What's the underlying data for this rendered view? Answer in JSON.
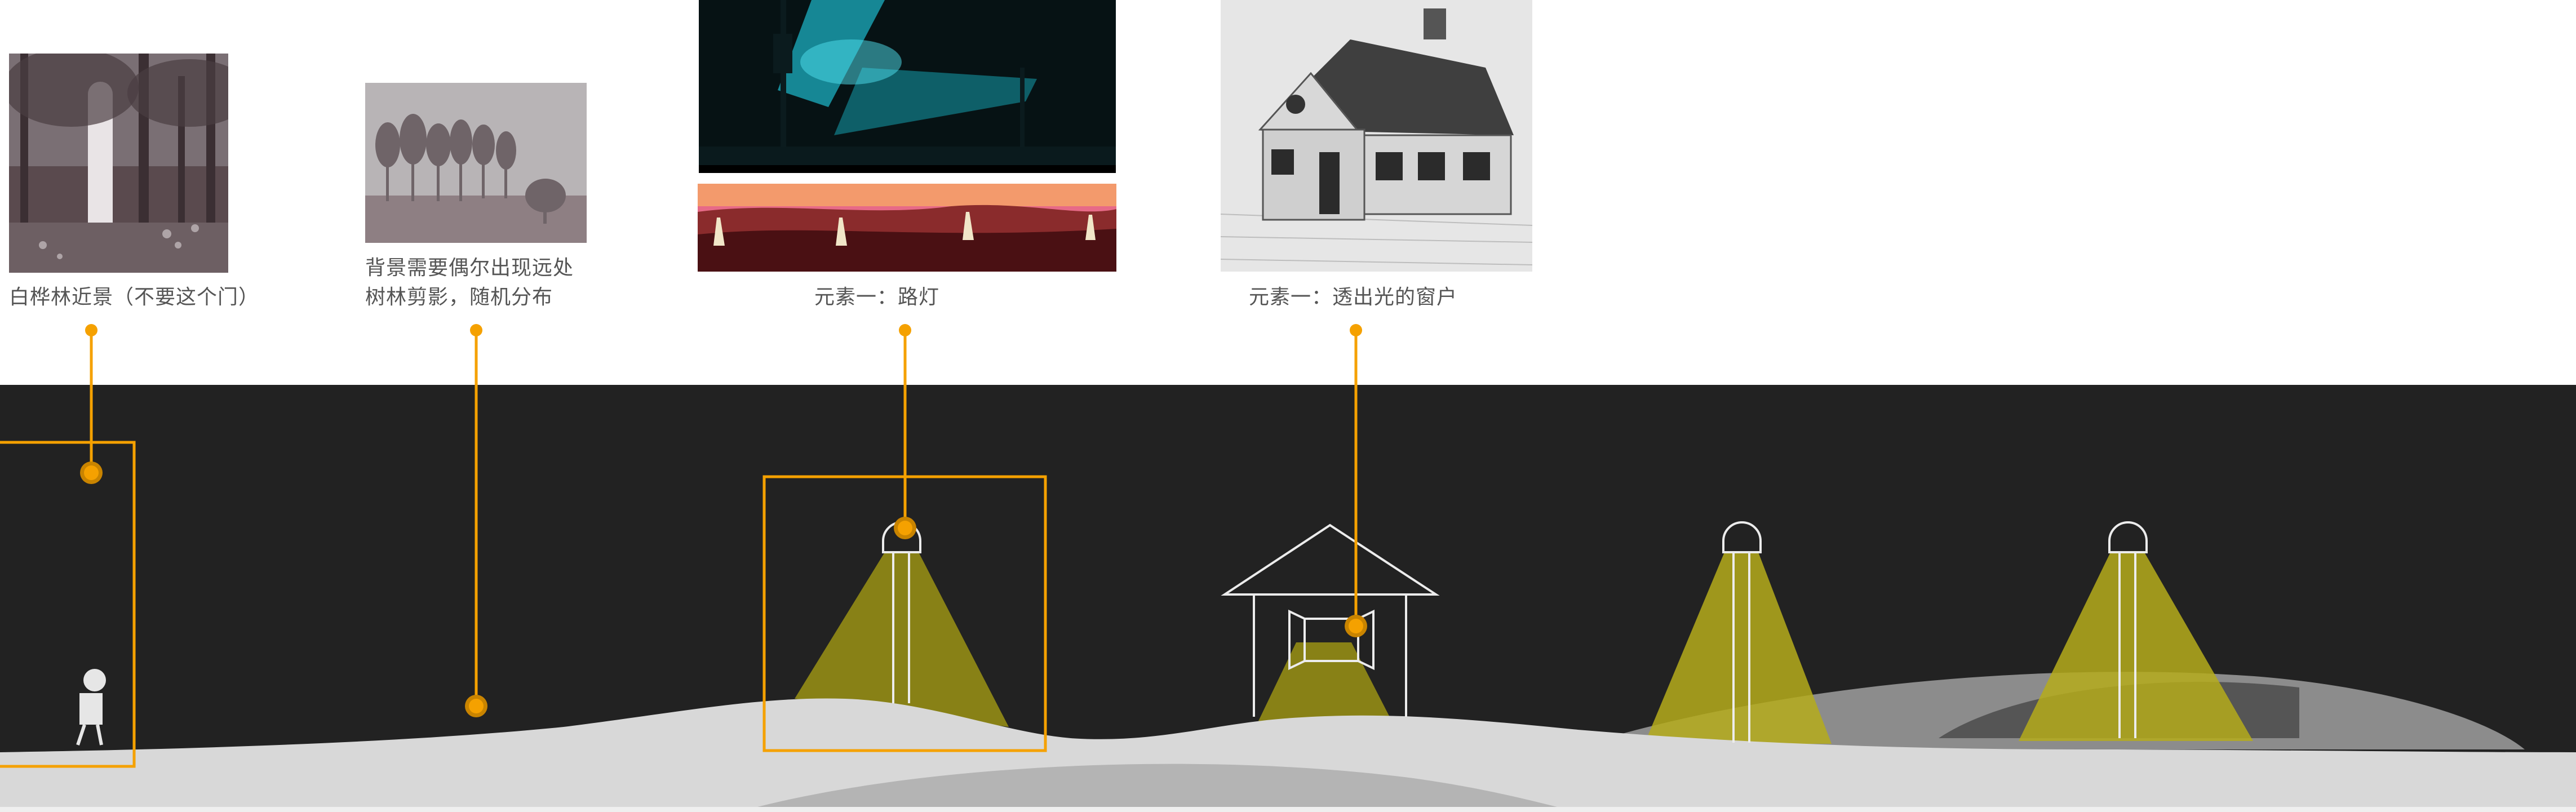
{
  "captions": {
    "birch": "白桦林近景（不要这个门）",
    "background_line1": "背景需要偶尔出现远处",
    "background_line2": "树林剪影，随机分布",
    "streetlight": "元素一：路灯",
    "window": "元素一：透出光的窗户"
  },
  "colors": {
    "scene_background": "#222222",
    "annotation": "#F5A100",
    "light_beam": "#9A9214",
    "ground": "#D8D8D8",
    "hill": "#8C8C8C"
  },
  "icons": {
    "figure": "person-figure-icon",
    "lamp": "street-lamp-icon",
    "house": "house-outline-icon"
  }
}
